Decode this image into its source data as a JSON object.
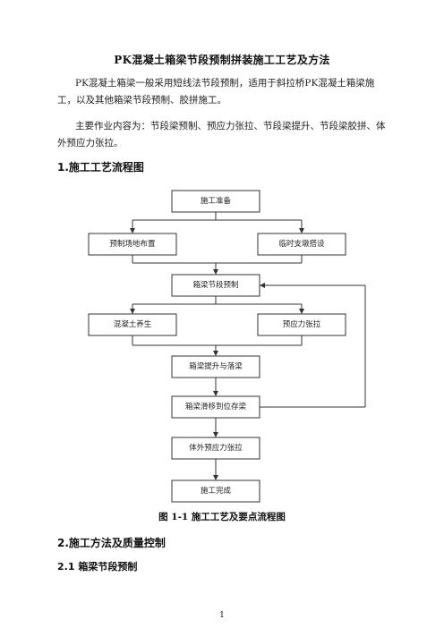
{
  "title": "PK混凝土箱梁节段预制拼装施工工艺及方法",
  "paragraphs": [
    "PK混凝土箱梁一般采用短线法节段预制，适用于斜拉桥PK混凝土箱梁施工，以及其他箱梁节段预制、胶拼施工。",
    "主要作业内容为：节段梁预制、预应力张拉、节段梁提升、节段梁胶拼、体外预应力张拉。"
  ],
  "section1": "1.施工工艺流程图",
  "flowchart": {
    "steps": {
      "prep": "施工准备",
      "site": "预制场地布置",
      "support": "临时支墩搭设",
      "precast": "箱梁节段预制",
      "cure": "混凝土养生",
      "tension": "预应力张拉",
      "lift": "箱梁提升与落梁",
      "slide": "箱梁滑移到位存梁",
      "external": "体外预应力张拉",
      "done": "施工完成"
    }
  },
  "caption": "图 1-1  施工工艺及要点流程图",
  "section2": "2.施工方法及质量控制",
  "subsection": "2.1 箱梁节段预制",
  "page_number": "1"
}
